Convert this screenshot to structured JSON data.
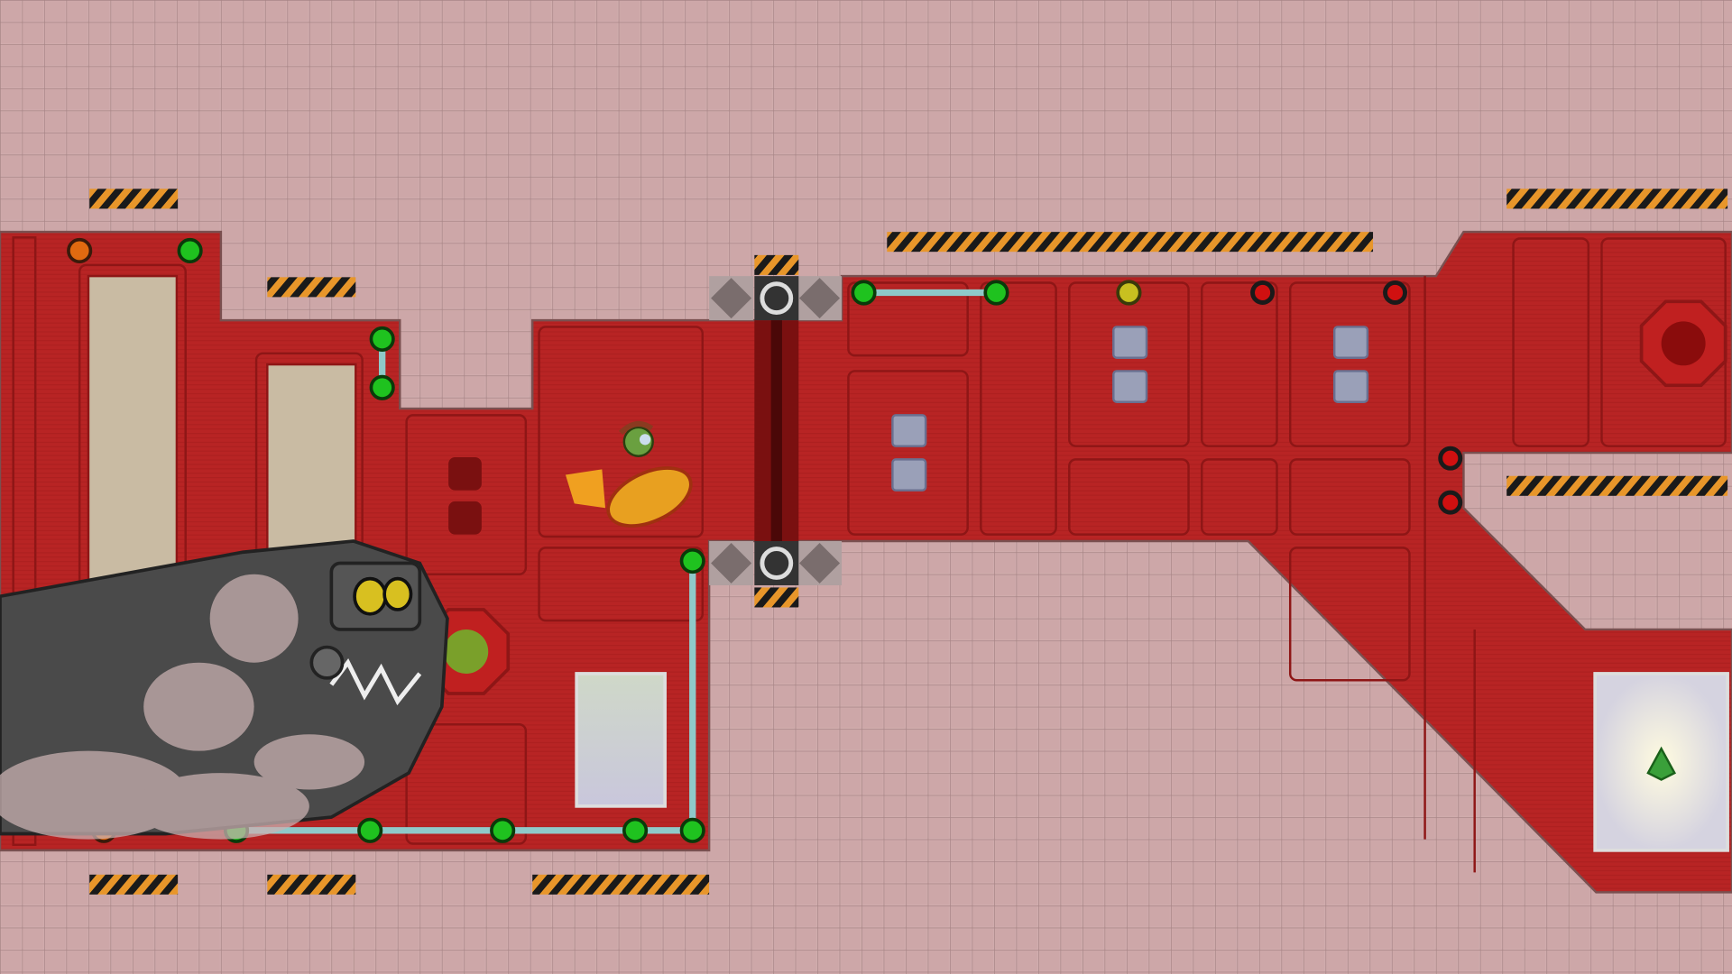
{
  "game": {
    "colors": {
      "tile": "#d0acad",
      "tile_line": "#a88586",
      "wall_red": "#b82424",
      "panel_line": "#8e1616",
      "hazard_orange": "#e8962a",
      "hazard_black": "#1a1a1a",
      "node_green": "#1fc21f",
      "node_orange": "#e06a10",
      "node_yellow": "#c8c020",
      "node_red": "#d01010",
      "pipe": "#8fc9c9",
      "window_beige": "#c9bba3",
      "worm_gray": "#4a4a4a"
    },
    "entities": {
      "player": "turtle-pilot-on-rocket",
      "enemy": "mechanical-worm",
      "goal": "green-crystal"
    }
  }
}
